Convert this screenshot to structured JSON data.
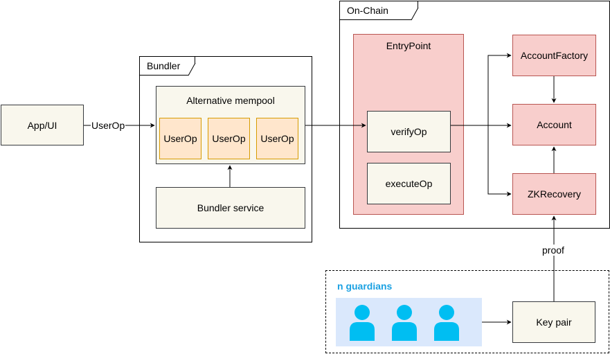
{
  "app_ui": "App/UI",
  "edge_userop": "UserOp",
  "bundler": {
    "title": "Bundler",
    "mempool": "Alternative mempool",
    "userops": [
      "UserOp",
      "UserOp",
      "UserOp"
    ],
    "service": "Bundler service"
  },
  "onchain": {
    "title": "On-Chain",
    "entrypoint": "EntryPoint",
    "verify": "verifyOp",
    "execute": "executeOp",
    "factory": "AccountFactory",
    "account": "Account",
    "zkrecovery": "ZKRecovery"
  },
  "proof_label": "proof",
  "guardians": {
    "title": "n guardians",
    "count": 3,
    "keypair": "Key pair"
  },
  "colors": {
    "guardian_title": "#1ba1e2",
    "guardian_bg": "#dae8fc",
    "guardian_icon": "#00bef2"
  }
}
